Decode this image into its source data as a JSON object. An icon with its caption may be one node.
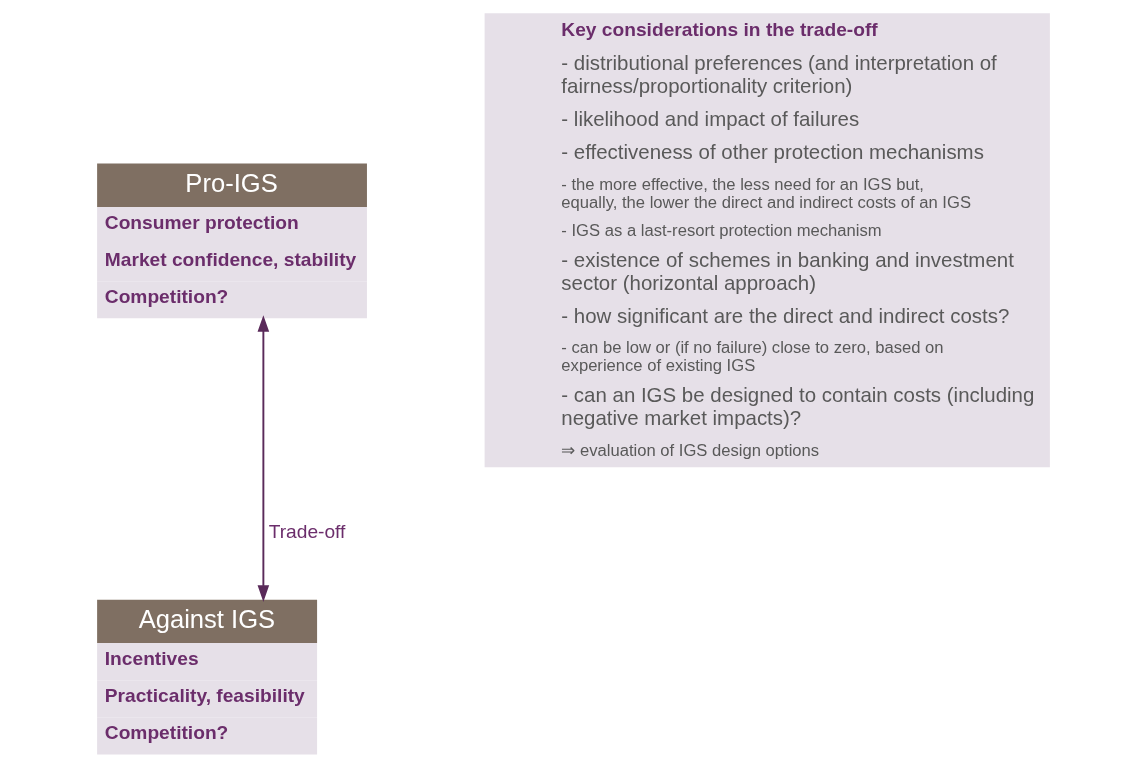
{
  "diagram": {
    "nodes": [
      {
        "text": [
          "Pro-IGS",
          "Consumer protection",
          "Market confidence, stability",
          "Competition?"
        ]
      },
      {
        "text": [
          "Against IGS",
          "Incentives",
          "Practicality, feasibility",
          "Competition?"
        ]
      },
      {
        "text": [
          "Key considerations in the trade-off",
          "- distributional preferences (and interpretation of fairness/proportionality criterion)",
          "- likelihood and impact of failures",
          "- effectiveness of other protection mechanisms",
          "- the more effective, the less need for an IGS but, equally, the lower the direct and indirect costs of an IGS",
          "- IGS as a last-resort protection mechanism",
          "- existence of schemes in banking and investment sector (horizontal approach)",
          "- how significant are the direct and indirect costs?",
          "- can be low or (if no failure) close to zero, based on experience of existing IGS",
          "- can an IGS be designed to contain costs (including negative market impacts)?",
          "⇒ evaluation of IGS design options"
        ]
      }
    ],
    "edges": [
      {
        "from": 0,
        "to": 1,
        "arrow": "both",
        "label": "Trade-off"
      }
    ]
  }
}
